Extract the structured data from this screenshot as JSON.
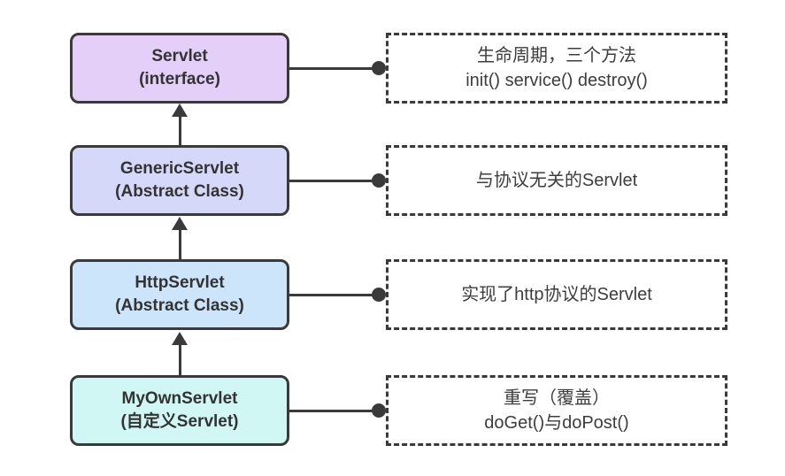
{
  "colors": {
    "stroke": "#3a3a3a",
    "node_text": "#333333",
    "note_text": "#3d3d3d",
    "background": "#ffffff",
    "servlet_fill": "#e4cff8",
    "generic_servlet_fill": "#d6d8fa",
    "http_servlet_fill": "#cde5fa",
    "my_own_servlet_fill": "#d0f7f3"
  },
  "nodes": [
    {
      "id": "servlet",
      "title": "Servlet",
      "subtitle": "(interface)",
      "fill": "#e4cff8",
      "note": {
        "line1": "生命周期，三个方法",
        "line2": "init() service() destroy()"
      }
    },
    {
      "id": "generic-servlet",
      "title": "GenericServlet",
      "subtitle": "(Abstract Class)",
      "fill": "#d6d8fa",
      "note": {
        "line1": "与协议无关的Servlet",
        "line2": ""
      }
    },
    {
      "id": "http-servlet",
      "title": "HttpServlet",
      "subtitle": "(Abstract Class)",
      "fill": "#cde5fa",
      "note": {
        "line1": "实现了http协议的Servlet",
        "line2": ""
      }
    },
    {
      "id": "my-own-servlet",
      "title": "MyOwnServlet",
      "subtitle": "(自定义Servlet)",
      "fill": "#d0f7f3",
      "note": {
        "line1": "重写（覆盖）",
        "line2": "doGet()与doPost()"
      }
    }
  ]
}
